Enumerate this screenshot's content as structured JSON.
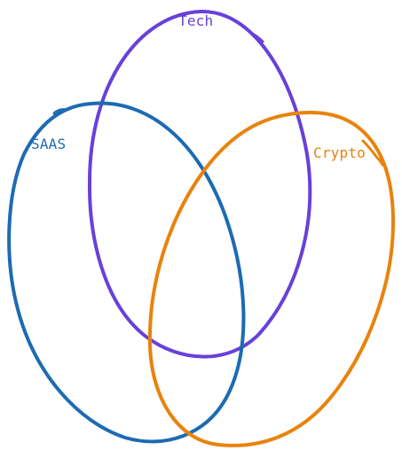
{
  "diagram": {
    "type": "venn",
    "sets": [
      {
        "key": "tech",
        "label": "Tech",
        "color": "#6741d9"
      },
      {
        "key": "saas",
        "label": "SAAS",
        "color": "#1c6bb3"
      },
      {
        "key": "crypto",
        "label": "Crypto",
        "color": "#e8830c"
      }
    ]
  }
}
